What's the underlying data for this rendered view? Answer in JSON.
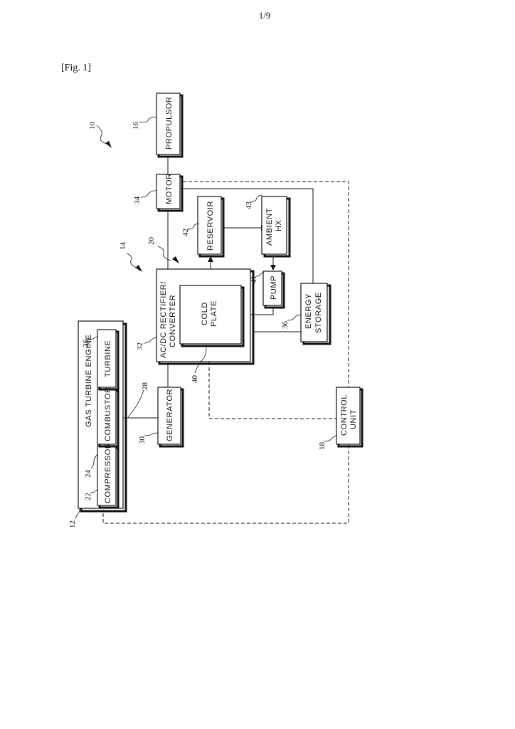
{
  "page": {
    "number": "1/9",
    "figure_label": "[Fig. 1]"
  },
  "blocks": {
    "gas_turbine_engine": "GAS TURBINE ENGINE",
    "compressor": "COMPRESSOR",
    "combustor": "COMBUSTOR",
    "turbine": "TURBINE",
    "generator": "GENERATOR",
    "rectifier_line1": "AC/DC RECTIFIER/",
    "rectifier_line2": "CONVERTER",
    "cold_plate_line1": "COLD",
    "cold_plate_line2": "PLATE",
    "motor": "MOTOR",
    "propulsor": "PROPULSOR",
    "reservoir": "RESERVOIR",
    "ambient_hx_line1": "AMBIENT",
    "ambient_hx_line2": "HX",
    "pump": "PUMP",
    "energy_storage_line1": "ENERGY",
    "energy_storage_line2": "STORAGE",
    "control_unit_line1": "CONTROL",
    "control_unit_line2": "UNIT"
  },
  "refs": {
    "r10": "10",
    "r12": "12",
    "r14": "14",
    "r16": "16",
    "r18": "18",
    "r20": "20",
    "r22": "22",
    "r24": "24",
    "r26": "26",
    "r28": "28",
    "r30": "30",
    "r32": "32",
    "r34": "34",
    "r36": "36",
    "r40": "40",
    "r41": "41",
    "r42": "42",
    "r43": "43"
  }
}
